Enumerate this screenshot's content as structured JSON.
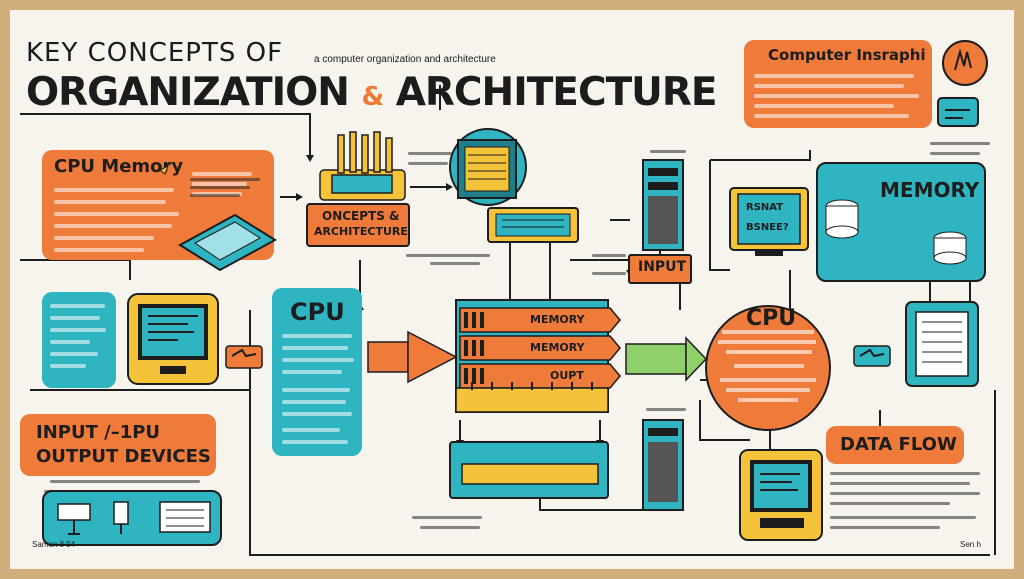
{
  "title": {
    "key_concepts": "KEY CONCEPTS OF",
    "subtitle": "a computer organization and architecture",
    "main_part1": "ORGANIZATION",
    "ampersand": "&",
    "main_part2": "ARCHITECTURE"
  },
  "labels": {
    "computer_insight": "Computer Insraphi",
    "cpu_memory": "CPU Memory",
    "concepts_architecture_1": "ONCEPTS &",
    "concepts_architecture_2": "ARCHITECTURE",
    "memory_right": "MEMORY",
    "cpu_left": "CPU",
    "cpu_right": "CPU",
    "input": "INPUT",
    "bus_memory_1": "MEMORY",
    "bus_memory_2": "MEMORY",
    "bus_output": "OUPT",
    "input_output_1": "INPUT /–1PU",
    "input_output_2": "OUTPUT DEVICES",
    "data_flow": "DATA FLOW",
    "monitor_screen": "BSNEE?",
    "monitor_screen_2": "RSNAT",
    "footer_left": "Samen 8 94",
    "footer_right": "Sen h"
  },
  "colors": {
    "orange": "#ee7b3a",
    "teal": "#2fb4c1",
    "yellow": "#f4c33a",
    "dark": "#1c1c1c",
    "paper": "#f7f4ee",
    "frame": "#cfae7c"
  },
  "icons": [
    "cpu-chip-icon",
    "circuit-board-icon",
    "server-rack-icon",
    "monitor-icon",
    "hand-icon",
    "mouse-icon",
    "usb-icon",
    "database-icon",
    "arrow-icon"
  ]
}
